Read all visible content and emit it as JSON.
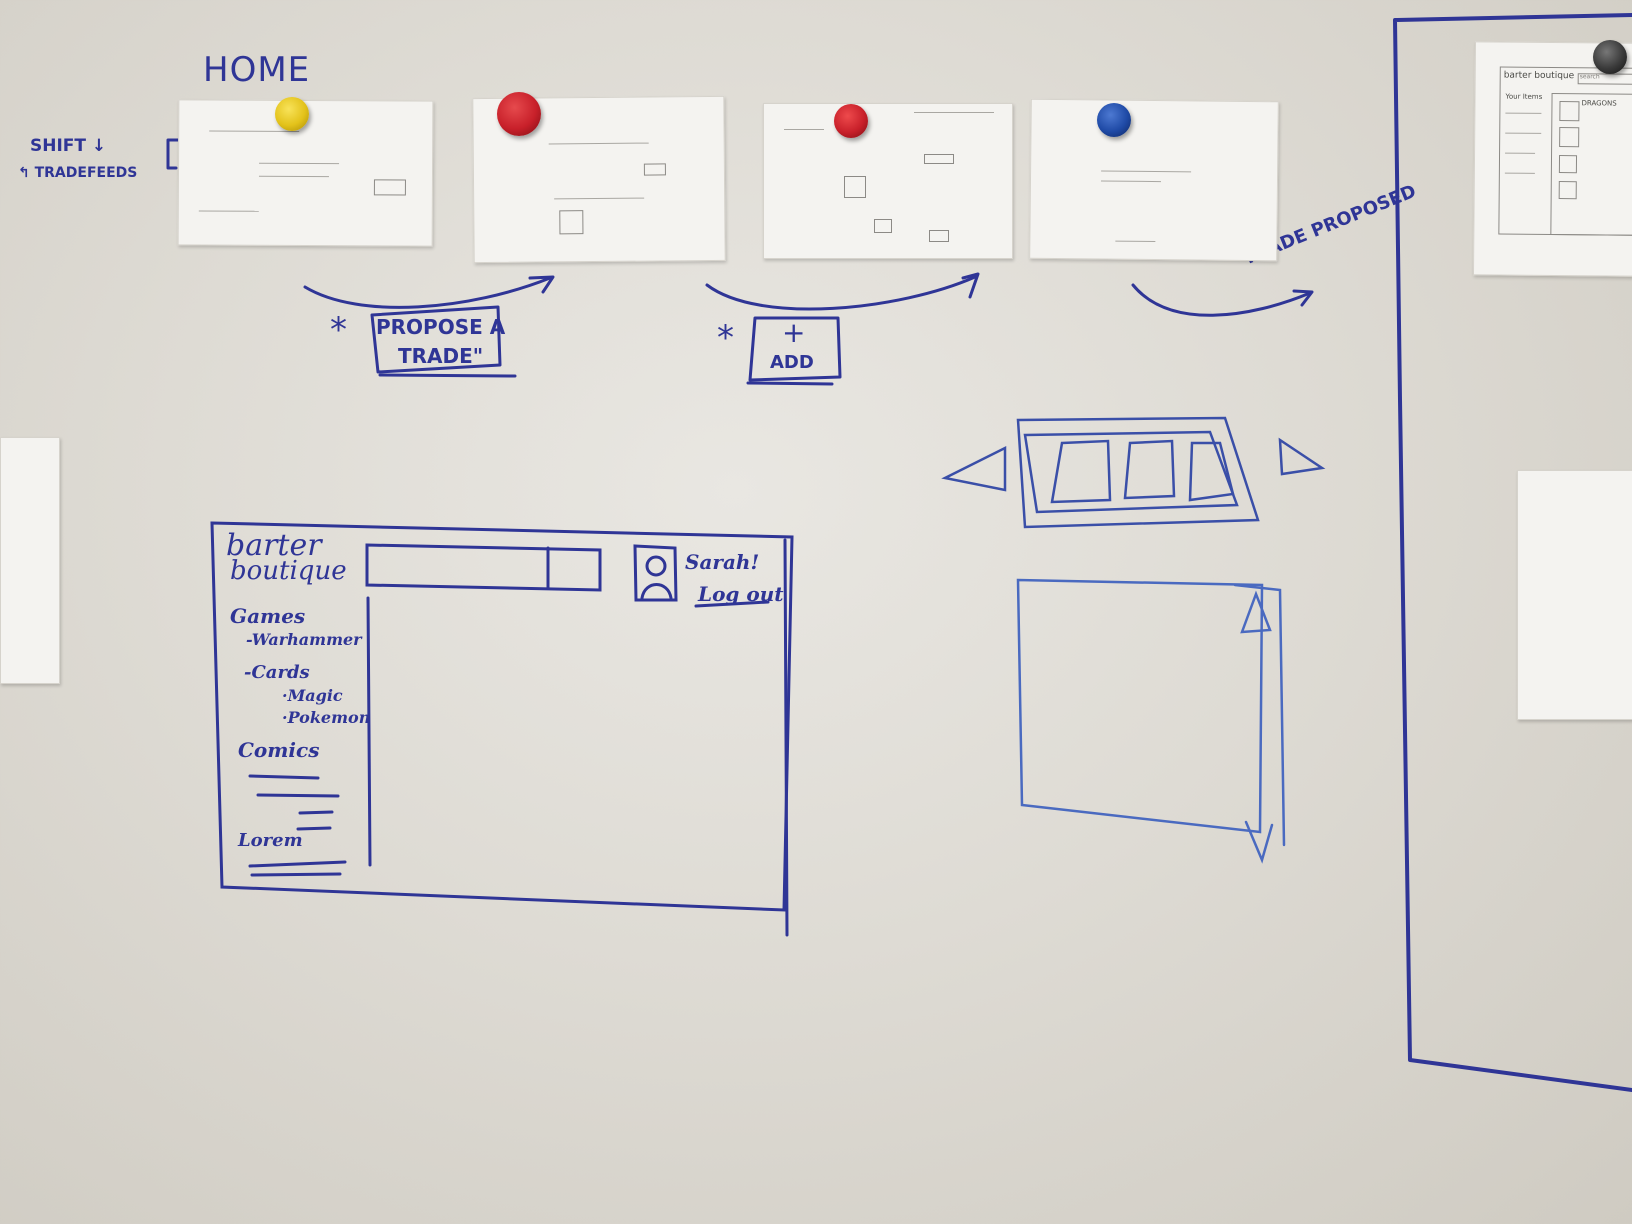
{
  "board": {
    "heading": "HOME",
    "side_note_line1": "SHIFT ↓",
    "side_note_line2": "↰ TRADEFEEDS"
  },
  "flow": {
    "step1_label_line1": "PROPOSE A",
    "step1_label_line2": "TRADE\"",
    "step2_label_plus": "+",
    "step2_label_add": "ADD",
    "step3_label": "TRADE PROPOSED",
    "asterisk": "*"
  },
  "wireframe": {
    "logo_line1": "barter",
    "logo_line2": "boutique",
    "user_name": "Sarah!",
    "logout_link": "Log out",
    "nav": [
      "Games",
      "-Warhammer",
      "-Cards",
      "·Magic",
      "·Pokemon",
      "Comics",
      "Lorem"
    ]
  },
  "pinned_right": {
    "logo": "barter boutique",
    "search_label": "search",
    "section": "Your Items",
    "item_title": "DRAGONS"
  },
  "colors": {
    "marker": "#2f3596",
    "pin_yellow": "#e3c21a",
    "pin_red": "#c8202a",
    "pin_blue": "#1f4aa6",
    "pin_black": "#3a3a3a"
  }
}
